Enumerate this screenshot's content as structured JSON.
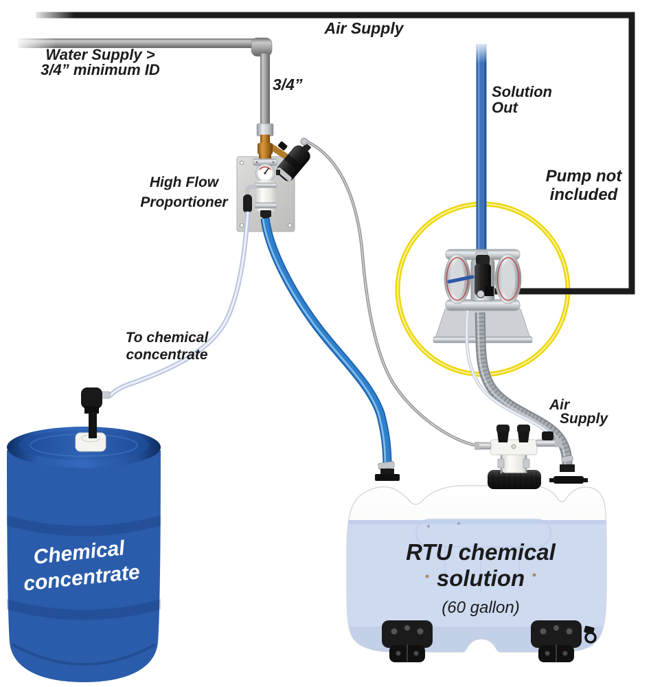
{
  "labels": {
    "air_supply_top": "Air Supply",
    "water_supply_1": "Water Supply >",
    "water_supply_2": "3/4” minimum ID",
    "pipe_size": "3/4”",
    "proportioner_1": "High Flow",
    "proportioner_2": "Proportioner",
    "solution_out_1": "Solution",
    "solution_out_2": "Out",
    "pump_note_1": "Pump not",
    "pump_note_2": "included",
    "to_concentrate_1": "To chemical",
    "to_concentrate_2": "concentrate",
    "tank_air_1": "Air",
    "tank_air_2": "Supply",
    "drum_1": "Chemical",
    "drum_2": "concentrate",
    "tank_1": "RTU chemical",
    "tank_2": "solution",
    "tank_3": "(60 gallon)"
  },
  "colors": {
    "air_line_black": "#1c1c1c",
    "pipe_gray": "#9a9a9a",
    "hose_blue": "#2f80cc",
    "solution_hose_blue": "#24569e",
    "highlight_yellow": "#eed600",
    "drum_blue": "#2a5cab",
    "tank_liquid": "#cddaf0",
    "clear_tube": "#b9c3de",
    "corrugated_gray": "#858a90"
  }
}
